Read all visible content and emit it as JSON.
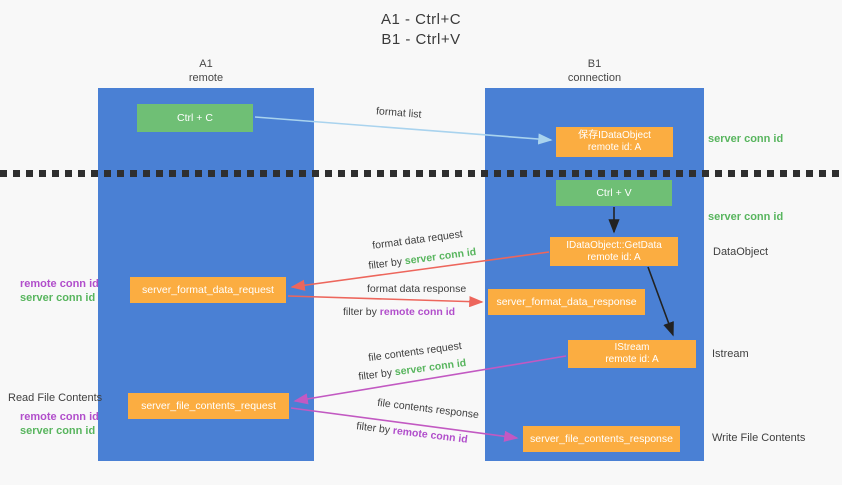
{
  "title": {
    "line1": "A1 - Ctrl+C",
    "line2": "B1 - Ctrl+V"
  },
  "columns": {
    "left": {
      "name": "A1",
      "role": "remote"
    },
    "right": {
      "name": "B1",
      "role": "connection"
    }
  },
  "boxes": {
    "ctrl_c": "Ctrl + C",
    "ctrl_v": "Ctrl + V",
    "save_idataobject": {
      "line1": "保存IDataObject",
      "line2": "remote id: A"
    },
    "getdata": {
      "line1": "IDataObject::GetData",
      "line2": "remote id: A"
    },
    "istream": {
      "line1": "IStream",
      "line2": "remote id: A"
    },
    "format_request": "server_format_data_request",
    "format_response": "server_format_data_response",
    "file_request": "server_file_contents_request",
    "file_response": "server_file_contents_response"
  },
  "arrow_labels": {
    "format_list": "format list",
    "format_data_request": "format data request",
    "format_data_response": "format data response",
    "file_contents_request": "file contents request",
    "file_contents_response": "file contents response",
    "filter_by": "filter by ",
    "server_conn_id": "server conn id",
    "remote_conn_id": "remote conn id"
  },
  "side_labels": {
    "server_conn_id_top": "server conn id",
    "server_conn_id_mid": "server conn id",
    "dataobject": "DataObject",
    "istream": "Istream",
    "write_file_contents": "Write File Contents",
    "read_file_contents": "Read File Contents",
    "remote_conn_id_1": "remote conn id",
    "server_conn_id_1": "server conn id",
    "remote_conn_id_2": "remote conn id",
    "server_conn_id_2": "server conn id"
  },
  "colors": {
    "background": "#f8f8f8",
    "lifeline_blue": "#4a80d4",
    "box_green": "#6fbf75",
    "box_orange": "#fbad41",
    "arrow_light_blue": "#a9d3ee",
    "arrow_red": "#ed665c",
    "arrow_magenta": "#c259c2",
    "arrow_black": "#222222",
    "text_green": "#58b55e",
    "text_purple": "#b14ecb",
    "text_dark": "#3f3f3f"
  }
}
